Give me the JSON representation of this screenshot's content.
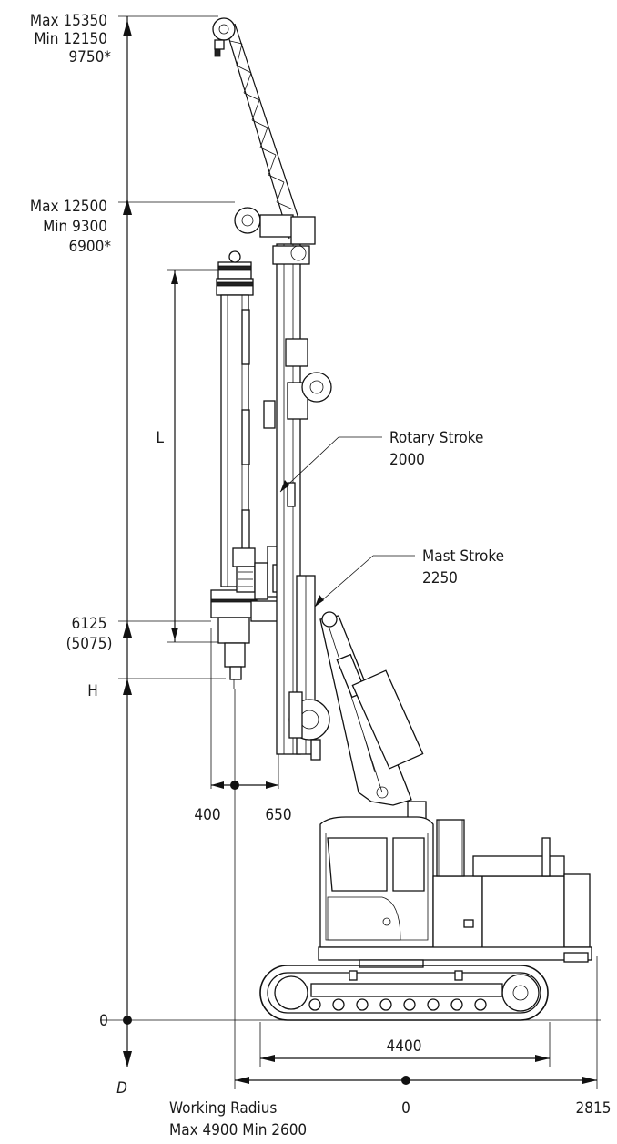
{
  "heights": {
    "top": {
      "max": "Max  15350",
      "min": "Min  12150",
      "alt": "9750*"
    },
    "mid": {
      "max": "Max  12500",
      "min": "Min  9300",
      "alt": "6900*"
    },
    "clamp": {
      "value": "6125",
      "alt": "(5075)"
    },
    "ground": "0",
    "depth": "D",
    "h_label": "H",
    "l_label": "L"
  },
  "callouts": {
    "rotary": {
      "label": "Rotary Stroke",
      "value": "2000"
    },
    "mast": {
      "label": "Mast Stroke",
      "value": "2250"
    }
  },
  "offsets": {
    "left": "400",
    "right": "650"
  },
  "track_length": "4400",
  "working_radius": {
    "label": "Working Radius",
    "range": "Max 4900   Min 2600",
    "zero": "0",
    "tail": "2815"
  },
  "colors": {
    "line": "#111111",
    "background": "#ffffff"
  }
}
